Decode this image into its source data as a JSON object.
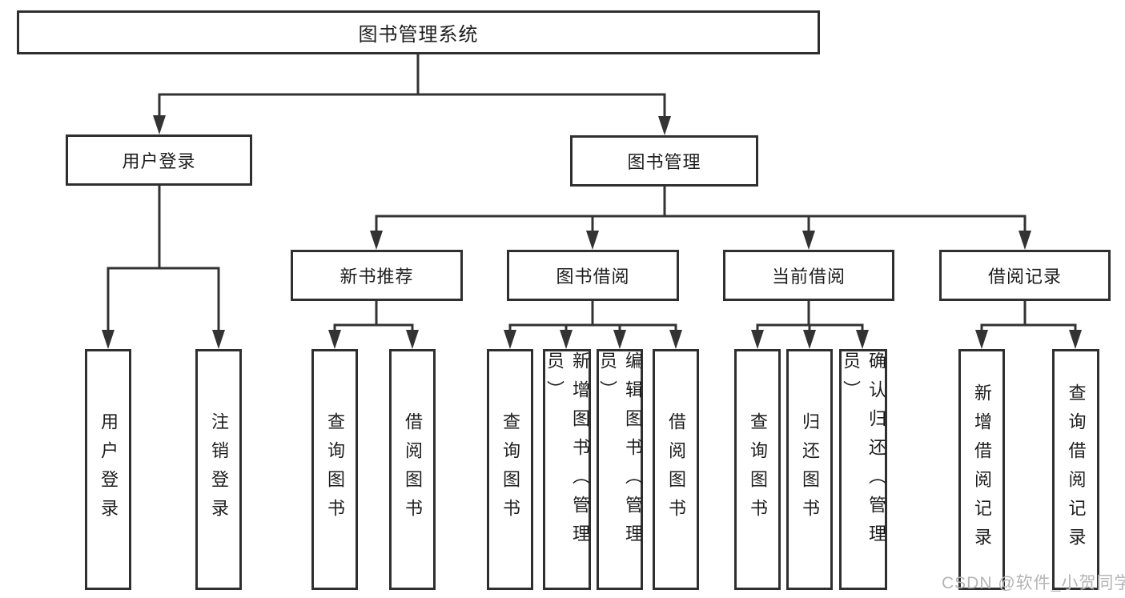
{
  "colors": {
    "line": "#333333",
    "box_border": "#2f2f2f",
    "box_fill": "#ffffff",
    "text": "#1d1d1d",
    "watermark": "#b5b5b5"
  },
  "watermark": {
    "text": "CSDN @软件_小贺同学"
  },
  "nodes": {
    "root": "图书管理系统",
    "level2": [
      "用户登录",
      "图书管理"
    ],
    "level3": [
      "新书推荐",
      "图书借阅",
      "当前借阅",
      "借阅记录"
    ],
    "leaves": {
      "user_login": [
        "用户登录",
        "注销登录"
      ],
      "new_books": [
        "查询图书",
        "借阅图书"
      ],
      "book_borrow": [
        "查询图书",
        "新增图书（管理员）",
        "编辑图书（管理员）",
        "借阅图书"
      ],
      "current_borrow": [
        "查询图书",
        "归还图书",
        "确认归还（管理员）"
      ],
      "borrow_records": [
        "新增借阅记录",
        "查询借阅记录"
      ]
    }
  }
}
